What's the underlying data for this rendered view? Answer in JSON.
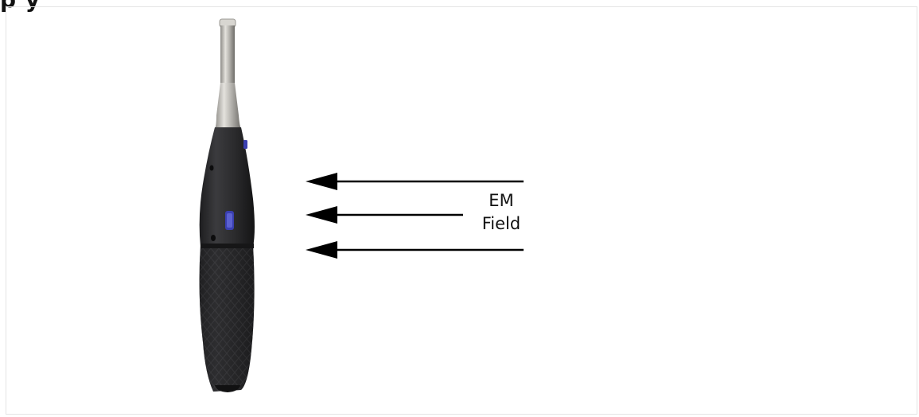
{
  "figure": {
    "heading_fragment": "p  y",
    "label_line_1": "EM",
    "label_line_2": "Field",
    "colors": {
      "arrow": "#000000",
      "device_body": "#2b2b2d",
      "device_grip": "#202022",
      "probe_metal": "#c2c0bb",
      "button": "#3a3fb0",
      "frame": "#e4e4e4"
    },
    "icons": [
      "sound-level-meter-icon",
      "arrow-left-icon"
    ]
  }
}
